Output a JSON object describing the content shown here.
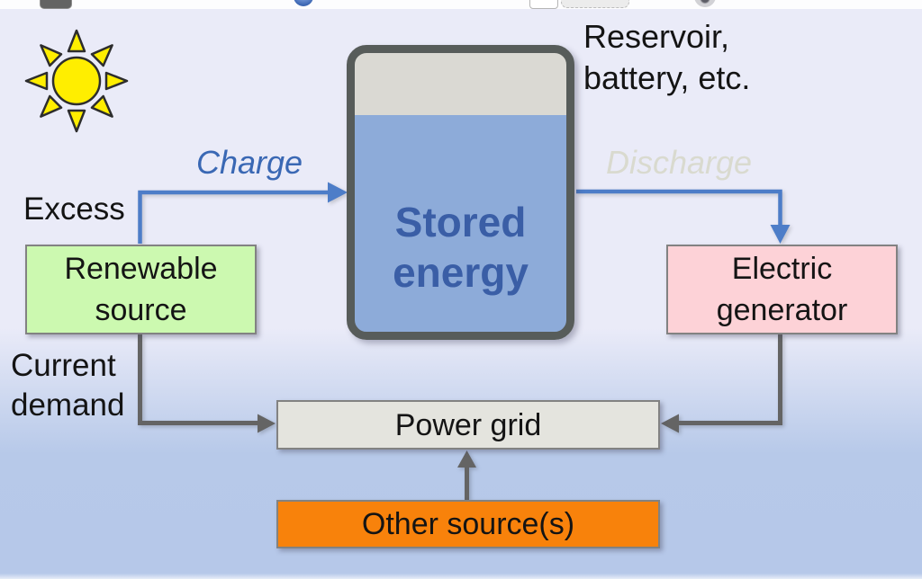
{
  "topbar": {
    "background": "#fdfdfe",
    "fragments": [
      "dark-app-icon-fragment",
      "blue-globe-icon-fragment",
      "white-window-icon-fragment",
      "dotted-tray-icon-fragment",
      "gray-knob-icon-fragment"
    ]
  },
  "diagram": {
    "background_top": "#eaebf8",
    "background_bottom": "#b6c8e9",
    "labels": {
      "excess": "Excess",
      "charge": "Charge",
      "discharge": "Discharge",
      "current_demand_line1": "Current",
      "current_demand_line2": "demand",
      "reservoir_line1": "Reservoir,",
      "reservoir_line2": "battery, etc."
    },
    "nodes": {
      "renewable_source": {
        "line1": "Renewable",
        "line2": "source",
        "fill": "#ccf9b0"
      },
      "stored_energy": {
        "line1": "Stored",
        "line2": "energy",
        "fill": "#8dabd9",
        "headspace_fill": "#dad9d3",
        "text_color": "#3a5ea6",
        "border_color": "#575c5a"
      },
      "electric_generator": {
        "line1": "Electric",
        "line2": "generator",
        "fill": "#fdd2d7"
      },
      "power_grid": {
        "label": "Power grid",
        "fill": "#e4e4de"
      },
      "other_sources": {
        "label": "Other source(s)",
        "fill": "#f8820b"
      }
    },
    "colors": {
      "charge_arrow": "#4d7dc8",
      "demand_arrow": "#646464",
      "charge_text": "#3a68b4",
      "discharge_text": "#d9dacf",
      "sun_fill": "#ffee00",
      "sun_stroke": "#2d2d2d"
    },
    "icons": {
      "sun": "sun-icon"
    }
  }
}
